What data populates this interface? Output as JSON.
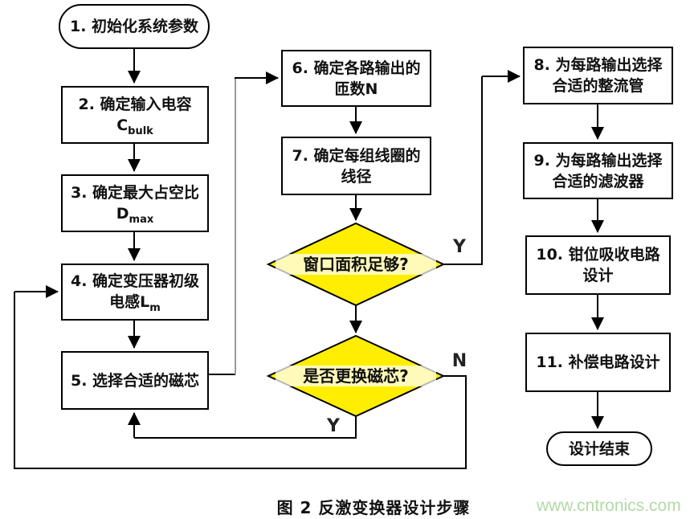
{
  "figure": {
    "caption": "图 2 反激变换器设计步骤",
    "watermark": "www.cntronics.com"
  },
  "colors": {
    "diamond_fill": "#ffee00",
    "line": "#000000",
    "connector_gray": "#999999",
    "watermark_green": "#b3d9a6",
    "box_background": "#ffffff"
  },
  "nodes": {
    "start": {
      "line1": "1. 初始化系统参数"
    },
    "step2": {
      "line1": "2. 确定输入电容",
      "line2_main": "C",
      "line2_sub": "bulk"
    },
    "step3": {
      "line1": "3. 确定最大占空比",
      "line2_main": "D",
      "line2_sub": "max"
    },
    "step4": {
      "line1": "4. 确定变压器初级",
      "line2_main": "电感L",
      "line2_sub": "m"
    },
    "step5": {
      "line1": "5. 选择合适的磁芯"
    },
    "step6": {
      "line1": "6. 确定各路输出的",
      "line2": "匝数N"
    },
    "step7": {
      "line1": "7. 确定每组线圈的",
      "line2": "线径"
    },
    "decision_window": {
      "label": "窗口面积足够?"
    },
    "decision_core": {
      "label": "是否更换磁芯?"
    },
    "step8": {
      "line1": "8. 为每路输出选择",
      "line2": "合适的整流管"
    },
    "step9": {
      "line1": "9. 为每路输出选择",
      "line2": "合适的滤波器"
    },
    "step10": {
      "line1": "10. 钳位吸收电路",
      "line2": "设计"
    },
    "step11": {
      "line1": "11. 补偿电路设计"
    },
    "end": {
      "label": "设计结束"
    }
  },
  "branch_labels": {
    "window_yes": "Y",
    "core_no": "N",
    "core_yes": "Y"
  }
}
